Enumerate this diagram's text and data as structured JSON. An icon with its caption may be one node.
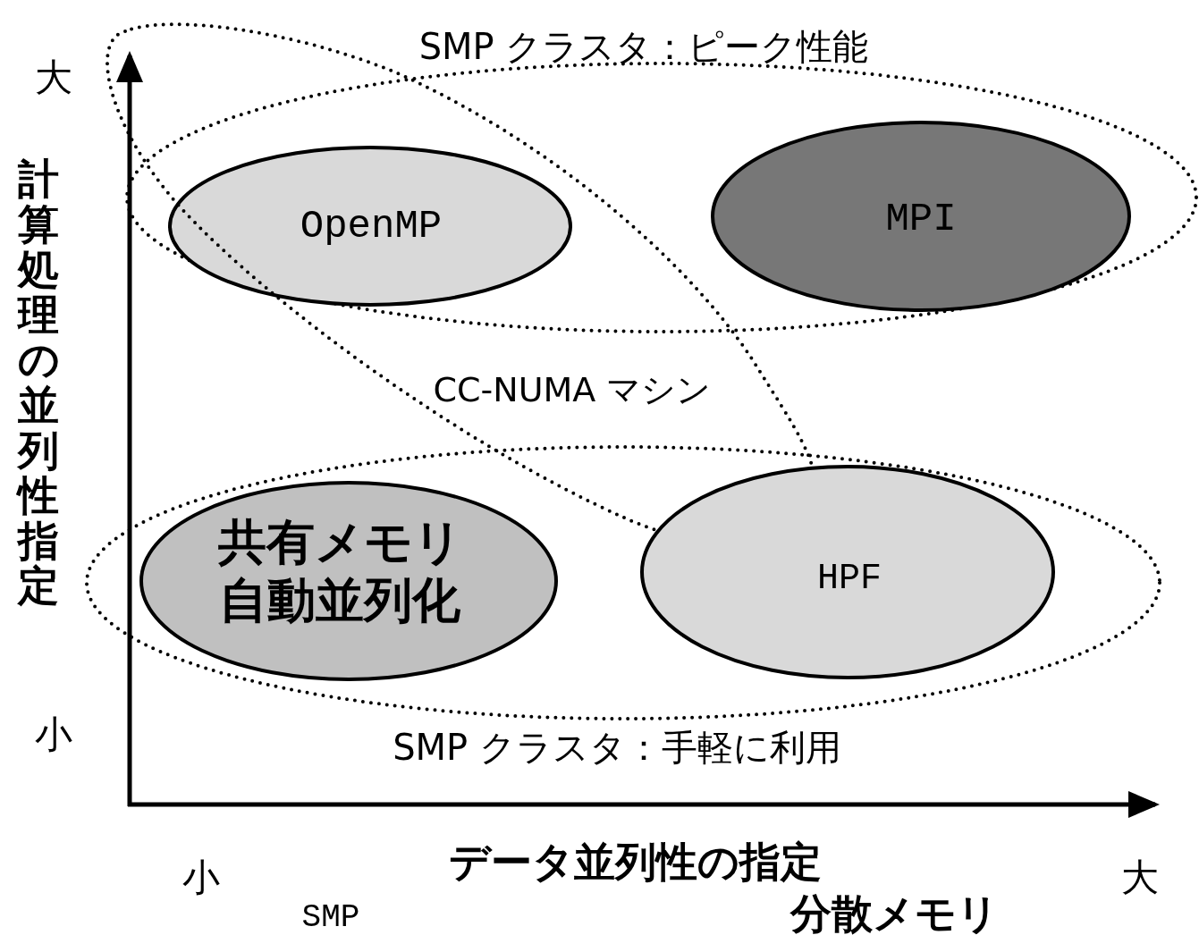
{
  "diagram": {
    "nodes": [
      {
        "text": [
          "SMP クラスタ：ピーク性能"
        ]
      },
      {
        "text": [
          "OpenMP"
        ]
      },
      {
        "text": [
          "MPI"
        ],
        "in": 0
      },
      {
        "text": [
          "CC-NUMA マシン"
        ]
      },
      {
        "text": [
          "SMP クラスタ：手軽に利用"
        ]
      },
      {
        "text": [
          "共有メモリ自動並列化"
        ],
        "in": 4
      },
      {
        "text": [
          "HPF"
        ],
        "in": 4
      }
    ],
    "labels": [
      "大",
      "計算処理の並列性指定",
      "小",
      "小",
      "データ並列性の指定",
      "大",
      "SMP",
      "分散メモリ"
    ]
  }
}
